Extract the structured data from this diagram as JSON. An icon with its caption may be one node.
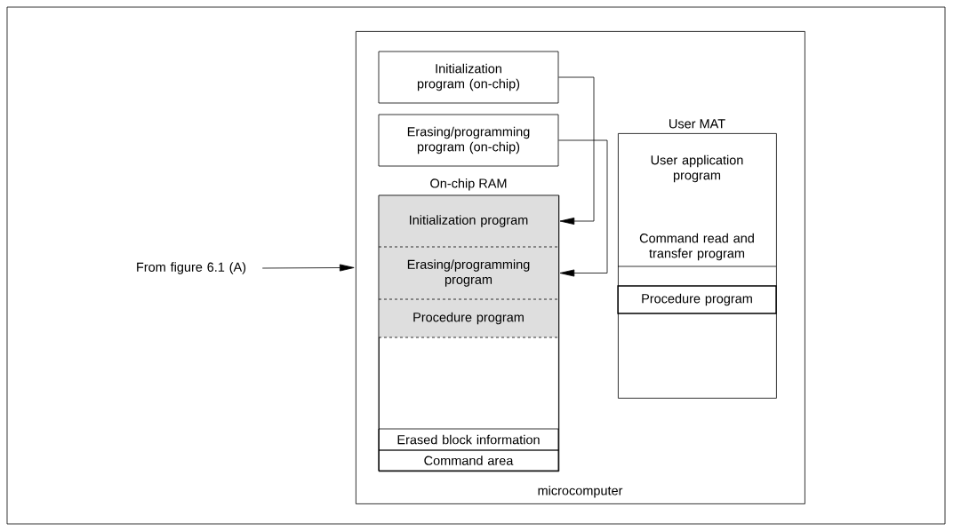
{
  "diagram": {
    "nodes": [
      {
        "text": [
          "microcomputer"
        ]
      },
      {
        "text": [
          "Initialization program (on-chip)"
        ],
        "in": 0
      },
      {
        "text": [
          "Erasing/programming program (on-chip)"
        ],
        "in": 0
      },
      {
        "text": [
          "On-chip RAM"
        ],
        "in": 0
      },
      {
        "text": [
          "Initialization program"
        ],
        "in": 3
      },
      {
        "text": [
          "Erasing/programming program"
        ],
        "in": 3
      },
      {
        "text": [
          "Procedure program"
        ],
        "in": 3
      },
      {
        "text": [
          "Erased block information"
        ],
        "in": 3
      },
      {
        "text": [
          "Command area"
        ],
        "in": 3
      },
      {
        "text": [
          "User MAT",
          "User application program",
          "Command read and transfer program"
        ],
        "in": 0
      },
      {
        "text": [
          "Procedure program"
        ],
        "in": 9
      },
      {
        "text": [
          "From figure 6.1 (A)"
        ]
      }
    ],
    "edges": [
      {
        "from": 11,
        "to": 0,
        "arrow": "to"
      },
      {
        "from": 1,
        "to": 4,
        "arrow": "to"
      },
      {
        "from": 2,
        "to": 5,
        "arrow": "to"
      }
    ]
  }
}
